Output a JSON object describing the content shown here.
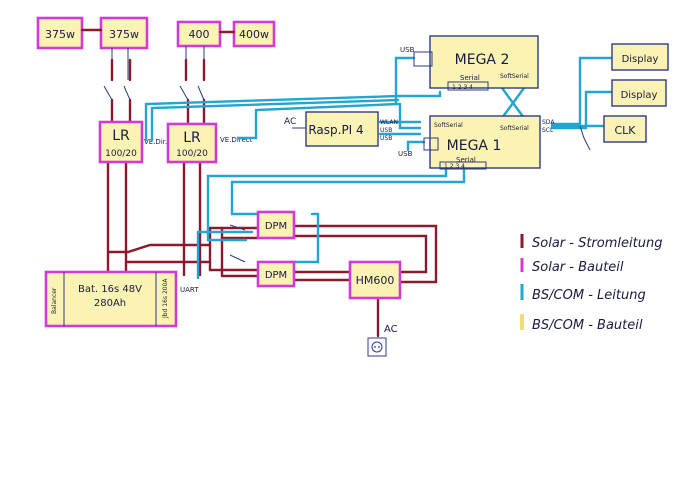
{
  "panels": {
    "p1": "375w",
    "p2": "375w",
    "p3": "400",
    "p4": "400w"
  },
  "charge_controllers": {
    "lr1_title": "LR",
    "lr1_sub": "100/20",
    "lr1_port": "VE.Dir.",
    "lr2_title": "LR",
    "lr2_sub": "100/20",
    "lr2_port": "VE.Direct"
  },
  "mega2": {
    "title": "MEGA 2",
    "usb": "USB",
    "serial": "Serial",
    "softserial": "SoftSerial",
    "pins": "1 2 3 4"
  },
  "mega1": {
    "title": "MEGA 1",
    "usb": "USB",
    "softserial": "SoftSerial",
    "softserial2": "SoftSerial",
    "serial": "Serial",
    "pins": "1 2 3 4",
    "sda": "SDA",
    "scl": "SCL"
  },
  "raspi": {
    "title": "Rasp.PI 4",
    "ac": "AC",
    "wlan": "WLAN",
    "usb1": "USB",
    "usb2": "USB"
  },
  "displays": {
    "d1": "Display",
    "d2": "Display",
    "clk": "CLK"
  },
  "dpm": {
    "d1": "DPM",
    "d2": "DPM"
  },
  "hm600": {
    "title": "HM600",
    "ac": "AC"
  },
  "battery": {
    "left": "Balancer",
    "line1": "Bat. 16s 48V",
    "line2": "280Ah",
    "right": "Jbd 16s 200A",
    "uart": "UART"
  },
  "legend": {
    "l1": "Solar - Stromleitung",
    "l2": "Solar - Bauteil",
    "l3": "BS/COM - Leitung",
    "l4": "BS/COM - Bauteil"
  },
  "colors": {
    "solar_line": "#8a1a2c",
    "solar_part": "#d23ad6",
    "com_line": "#22a5cf",
    "com_part": "#fbf3b4"
  }
}
